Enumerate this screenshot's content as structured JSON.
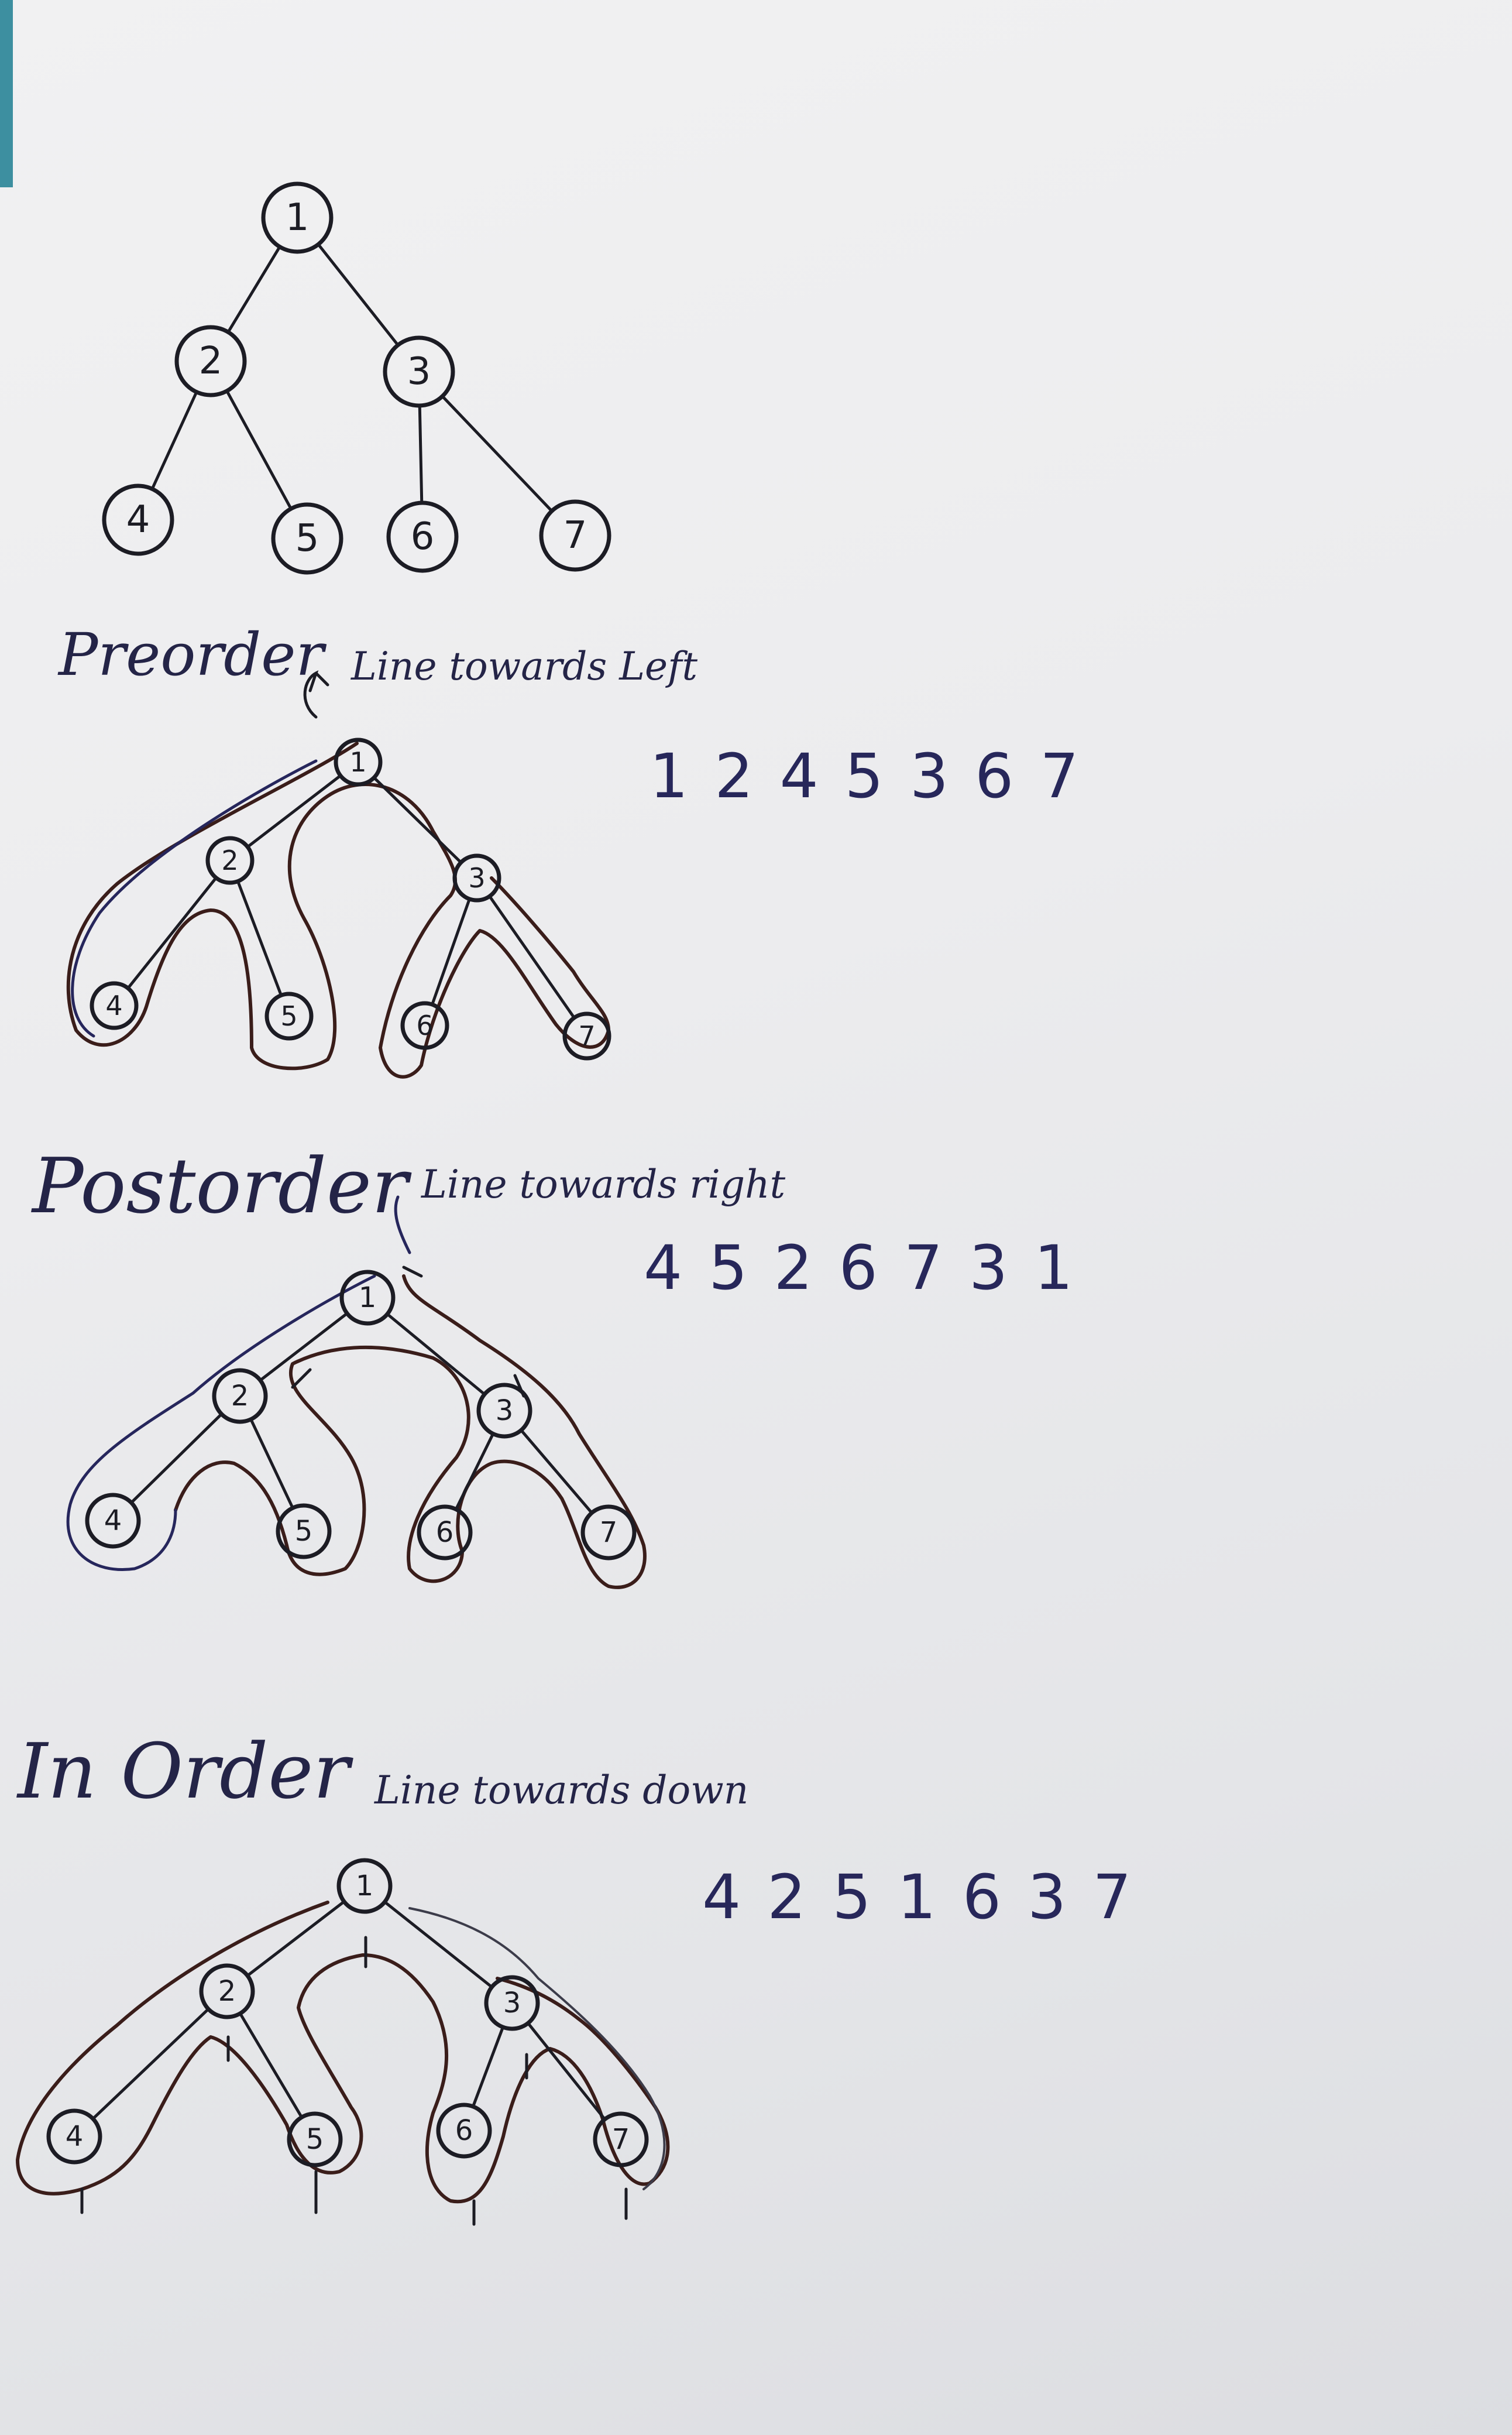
{
  "tree": {
    "nodes": [
      {
        "id": "1",
        "label": "1"
      },
      {
        "id": "2",
        "label": "2"
      },
      {
        "id": "3",
        "label": "3"
      },
      {
        "id": "4",
        "label": "4"
      },
      {
        "id": "5",
        "label": "5"
      },
      {
        "id": "6",
        "label": "6"
      },
      {
        "id": "7",
        "label": "7"
      }
    ],
    "edges": [
      [
        "1",
        "2"
      ],
      [
        "1",
        "3"
      ],
      [
        "2",
        "4"
      ],
      [
        "2",
        "5"
      ],
      [
        "3",
        "6"
      ],
      [
        "3",
        "7"
      ]
    ]
  },
  "preorder": {
    "heading": "Preorder",
    "note": "Line towards Left",
    "sequence": "1 2 4 5 3 6 7"
  },
  "postorder": {
    "heading": "Postorder",
    "note": "Line towards right",
    "sequence": "4 5 2 6 7 3 1"
  },
  "inorder": {
    "heading": "In Order",
    "note": "Line towards down",
    "sequence": "4 2 5 1 6 3 7"
  }
}
